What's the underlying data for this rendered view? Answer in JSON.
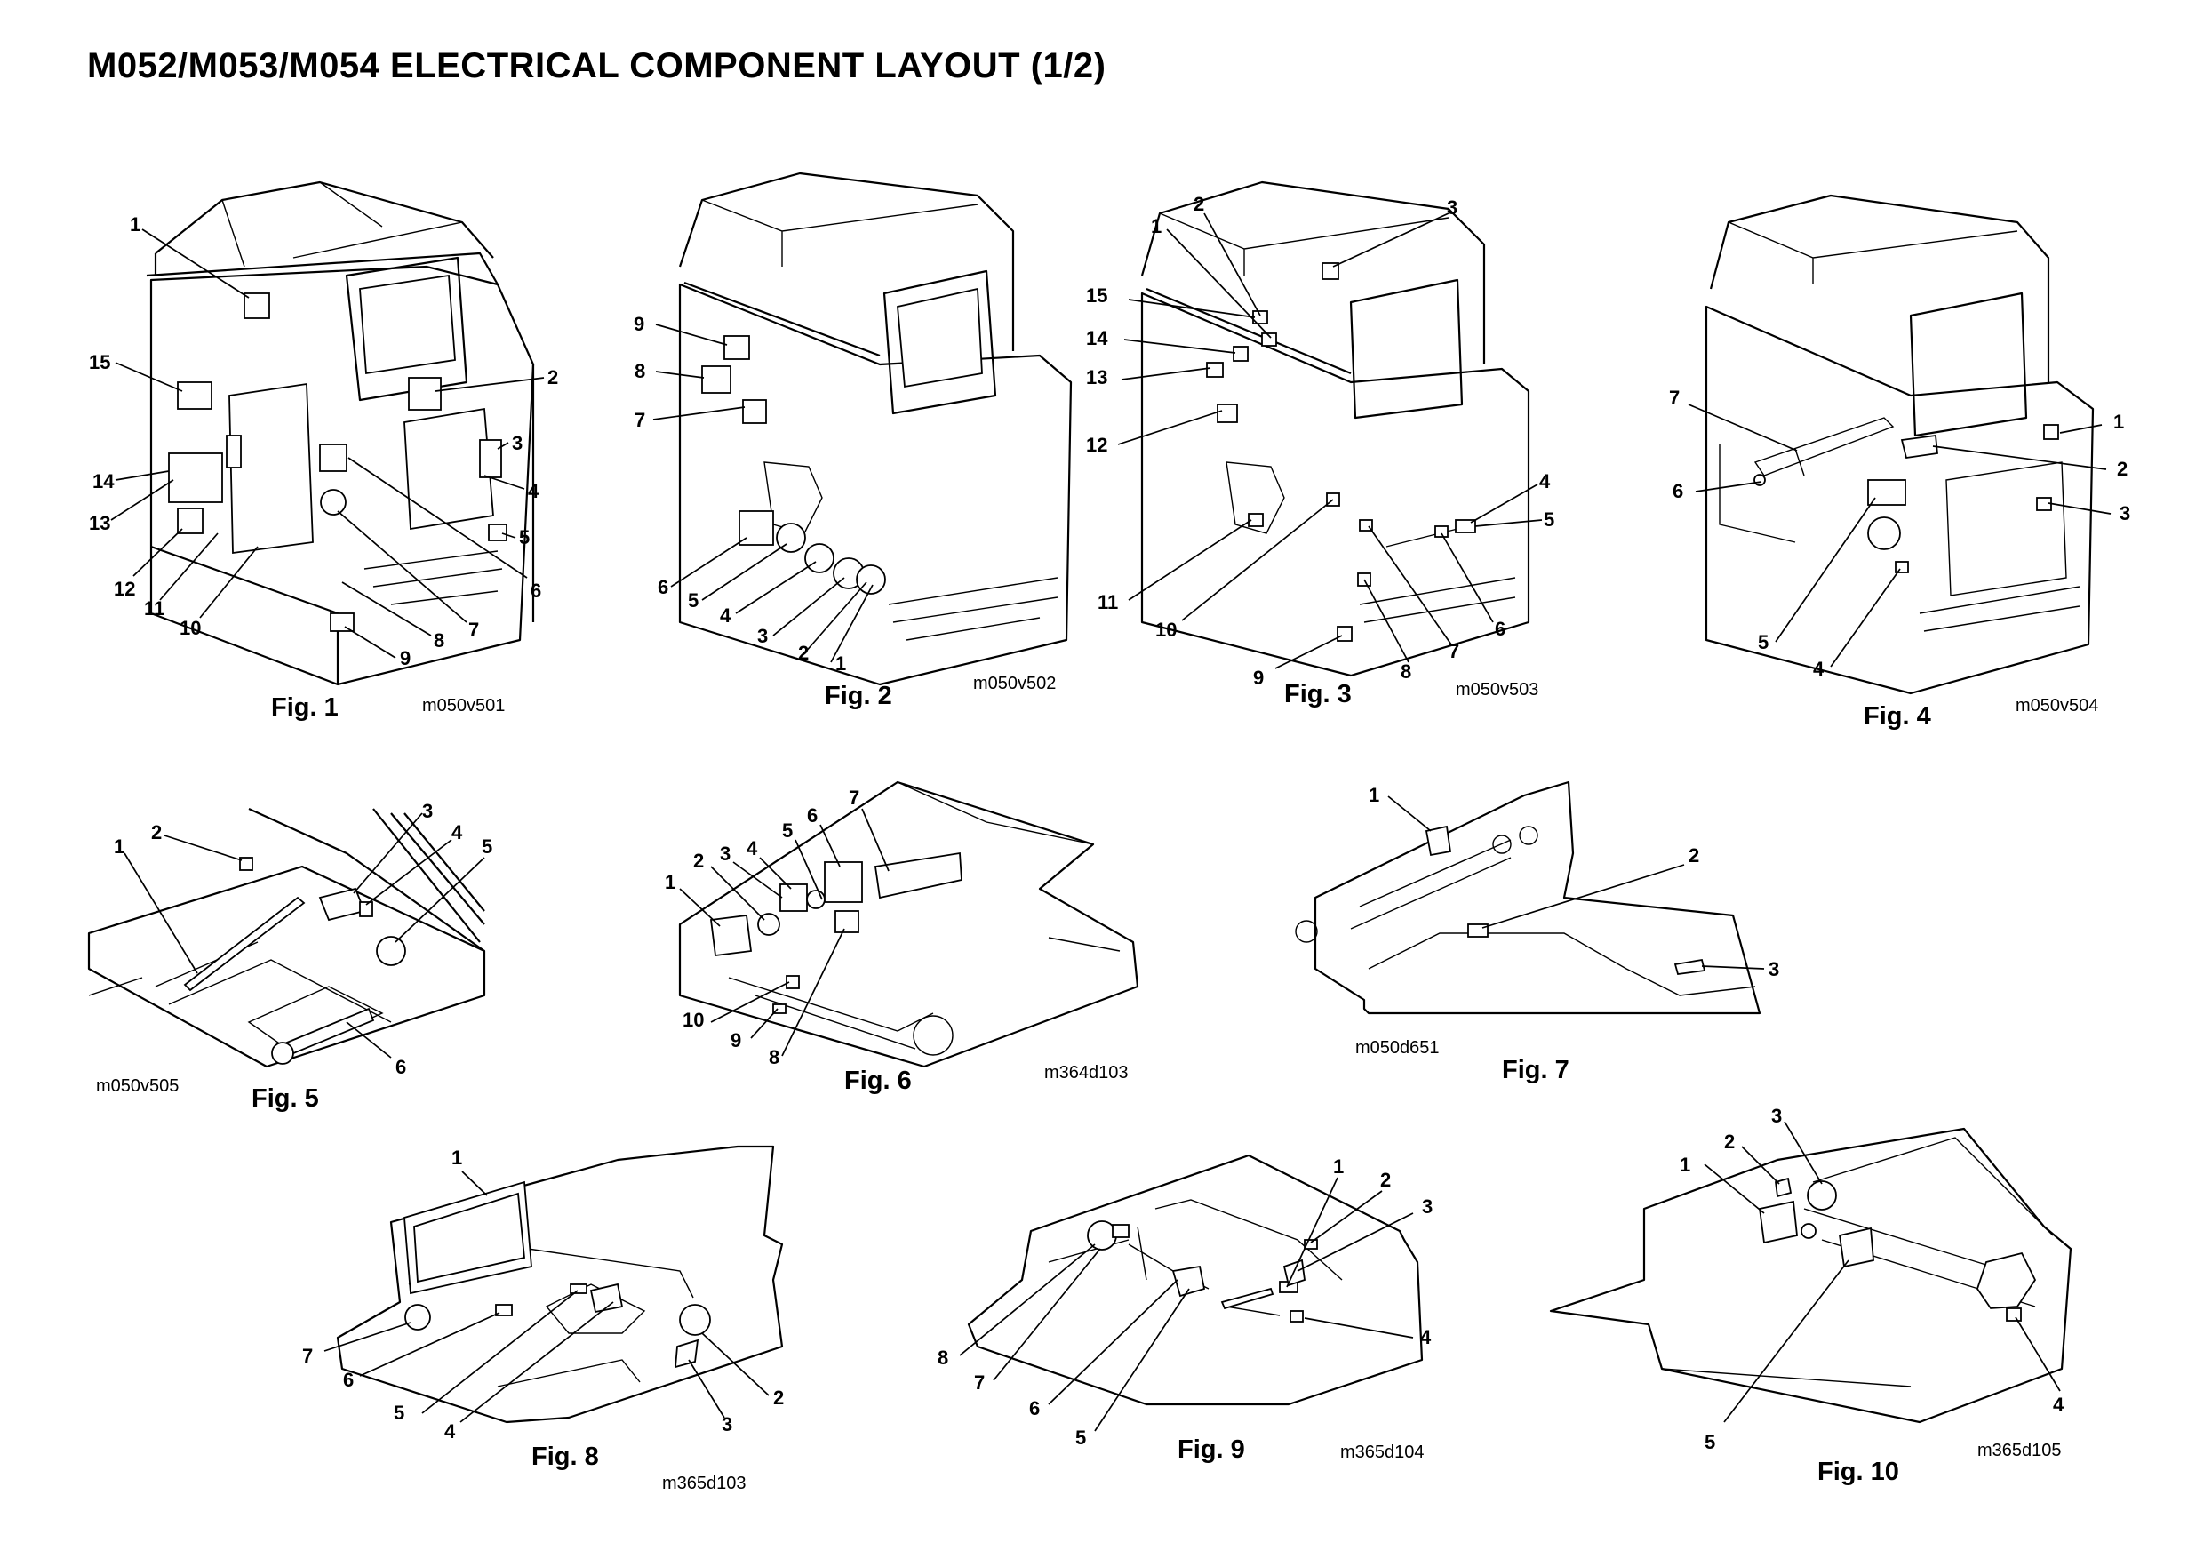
{
  "page": {
    "title": "M052/M053/M054 ELECTRICAL COMPONENT LAYOUT (1/2)"
  },
  "figures": [
    {
      "id": "fig1",
      "caption": "Fig. 1",
      "code": "m050v501",
      "callouts": [
        "1",
        "2",
        "3",
        "4",
        "5",
        "6",
        "7",
        "8",
        "9",
        "10",
        "11",
        "12",
        "13",
        "14",
        "15"
      ]
    },
    {
      "id": "fig2",
      "caption": "Fig. 2",
      "code": "m050v502",
      "callouts": [
        "1",
        "2",
        "3",
        "4",
        "5",
        "6",
        "7",
        "8",
        "9"
      ]
    },
    {
      "id": "fig3",
      "caption": "Fig. 3",
      "code": "m050v503",
      "callouts": [
        "1",
        "2",
        "3",
        "4",
        "5",
        "6",
        "7",
        "8",
        "9",
        "10",
        "11",
        "12",
        "13",
        "14",
        "15"
      ]
    },
    {
      "id": "fig4",
      "caption": "Fig. 4",
      "code": "m050v504",
      "callouts": [
        "1",
        "2",
        "3",
        "4",
        "5",
        "6",
        "7"
      ]
    },
    {
      "id": "fig5",
      "caption": "Fig. 5",
      "code": "m050v505",
      "callouts": [
        "1",
        "2",
        "3",
        "4",
        "5",
        "6"
      ]
    },
    {
      "id": "fig6",
      "caption": "Fig. 6",
      "code": "m364d103",
      "callouts": [
        "1",
        "2",
        "3",
        "4",
        "5",
        "6",
        "7",
        "8",
        "9",
        "10"
      ]
    },
    {
      "id": "fig7",
      "caption": "Fig. 7",
      "code": "m050d651",
      "callouts": [
        "1",
        "2",
        "3"
      ]
    },
    {
      "id": "fig8",
      "caption": "Fig. 8",
      "code": "m365d103",
      "callouts": [
        "1",
        "2",
        "3",
        "4",
        "5",
        "6",
        "7"
      ]
    },
    {
      "id": "fig9",
      "caption": "Fig. 9",
      "code": "m365d104",
      "callouts": [
        "1",
        "2",
        "3",
        "4",
        "5",
        "6",
        "7",
        "8"
      ]
    },
    {
      "id": "fig10",
      "caption": "Fig. 10",
      "code": "m365d105",
      "callouts": [
        "1",
        "2",
        "3",
        "4",
        "5"
      ]
    }
  ]
}
